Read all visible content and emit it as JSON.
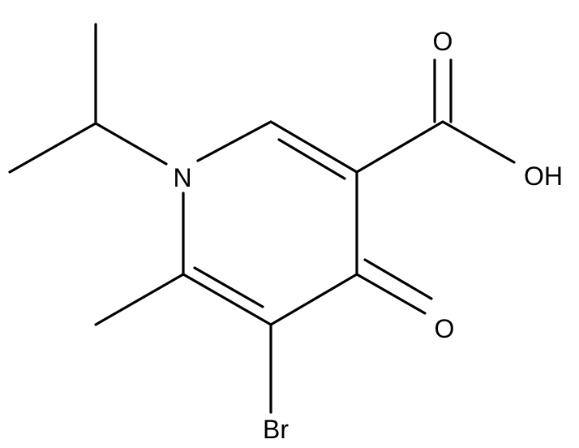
{
  "molecule": {
    "atoms": {
      "nitrogen": "N",
      "carbonyl_oxygen": "O",
      "acid_carbonyl_oxygen": "O",
      "hydroxyl": "OH",
      "bromine": "Br"
    },
    "colors": {
      "ink": "#000000",
      "background": "#ffffff"
    }
  }
}
